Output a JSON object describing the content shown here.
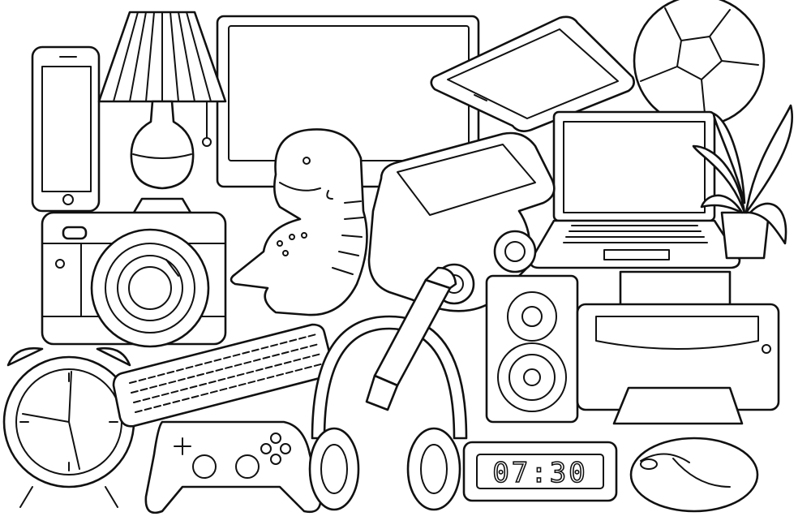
{
  "illustration": {
    "style": "black line-art coloring page",
    "stroke_color": "#111111",
    "background_color": "#ffffff",
    "objects": [
      "smartphone",
      "table-lamp",
      "monitor",
      "tablet",
      "soccer-ball",
      "laptop",
      "potted-plant",
      "camera",
      "toy-dinosaur",
      "toy-car",
      "speaker",
      "printer",
      "alarm-clock",
      "keyboard",
      "gamepad",
      "headphones",
      "highlighter",
      "digital-clock",
      "computer-mouse"
    ]
  },
  "digital_clock": {
    "time": "07:30"
  }
}
